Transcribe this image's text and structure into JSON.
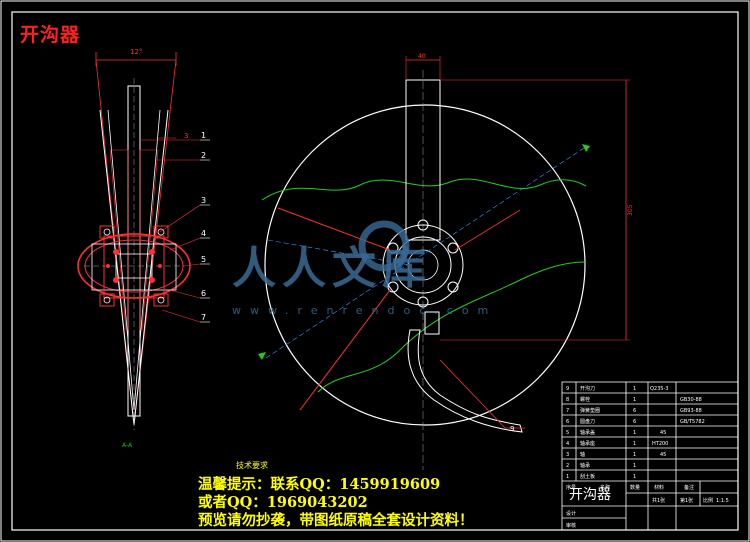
{
  "drawing": {
    "title": "开沟器",
    "watermark_main": "人人文库",
    "watermark_url": "www.renrendoc.com",
    "tech_requirements": "技术要求",
    "notice": {
      "line1": "温馨提示：联系QQ：1459919609",
      "line2": "或者QQ：1969043202",
      "line3": "预览请勿抄袭，带图纸原稿全套设计资料！"
    },
    "dimensions": {
      "angle": "12°",
      "thickness": "3",
      "width": "40",
      "height": "305"
    },
    "callouts": [
      "1",
      "2",
      "3",
      "4",
      "5",
      "6",
      "7"
    ],
    "callout_9": "9",
    "title_block": {
      "name": "开沟器",
      "rows": [
        {
          "no": "9",
          "desc": "开沟刀",
          "qty": "1",
          "spec": "Q235-3"
        },
        {
          "no": "8",
          "desc": "螺栓",
          "qty": "1",
          "spec": "GB30-88"
        },
        {
          "no": "7",
          "desc": "弹簧垫圈",
          "qty": "6",
          "spec": "GB93-88"
        },
        {
          "no": "6",
          "desc": "圆盘刀",
          "qty": "6",
          "spec": "GB/T5782"
        },
        {
          "no": "5",
          "desc": "轴承盖",
          "qty": "1",
          "spec": "45"
        },
        {
          "no": "4",
          "desc": "轴承座",
          "qty": "1",
          "spec": "HT200"
        },
        {
          "no": "3",
          "desc": "轴",
          "qty": "1",
          "spec": "45"
        },
        {
          "no": "2",
          "desc": "轴承",
          "qty": "1",
          "spec": ""
        },
        {
          "no": "1",
          "desc": "刮土板",
          "qty": "1",
          "spec": ""
        }
      ],
      "header": {
        "no": "序号",
        "desc": "名称",
        "qty": "数量",
        "material": "材料",
        "note": "备注"
      },
      "scale_label": "比例",
      "scale": "1:1.5",
      "sheet_label": "共1张",
      "sheet": "第1张",
      "design_label": "设计",
      "check_label": "审核"
    }
  }
}
